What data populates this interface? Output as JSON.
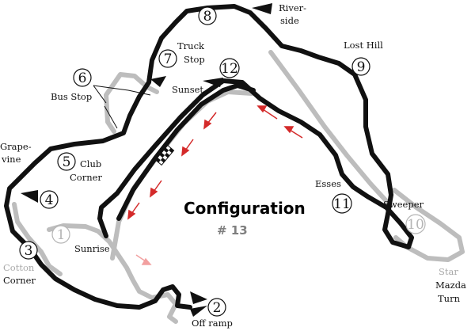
{
  "map": {
    "title": "Configuration",
    "config_number": "# 13",
    "colors": {
      "active_track": "#111111",
      "inactive_track": "#bdbdbd",
      "direction_arrow": "#d42a2a",
      "faded_arrow": "#f2a0a0"
    },
    "turns": [
      {
        "number": "1",
        "label": "Sunrise"
      },
      {
        "number": "2",
        "label": "Off ramp"
      },
      {
        "number": "3",
        "label_line1": "Cotton",
        "label_line2": "Corner"
      },
      {
        "number": "4"
      },
      {
        "number": "5",
        "label_line1": "Club",
        "label_line2": "Corner"
      },
      {
        "number": "6",
        "label": "Bus Stop"
      },
      {
        "number": "7",
        "label_line1": "Truck",
        "label_line2": "Stop"
      },
      {
        "number": "8",
        "label_line1": "River-",
        "label_line2": "side"
      },
      {
        "number": "9",
        "label": "Lost Hill"
      },
      {
        "number": "10",
        "label": "Sweeper"
      },
      {
        "number": "11",
        "label": "Esses"
      },
      {
        "number": "12",
        "label": "Sunset"
      }
    ],
    "extra_labels": {
      "grapevine_line1": "Grape-",
      "grapevine_line2": "vine",
      "star_mazda_line1": "Star",
      "star_mazda_line2": "Mazda",
      "star_mazda_line3": "Turn"
    },
    "icons": [
      "start-finish-flag-icon",
      "direction-arrow-icon"
    ]
  }
}
